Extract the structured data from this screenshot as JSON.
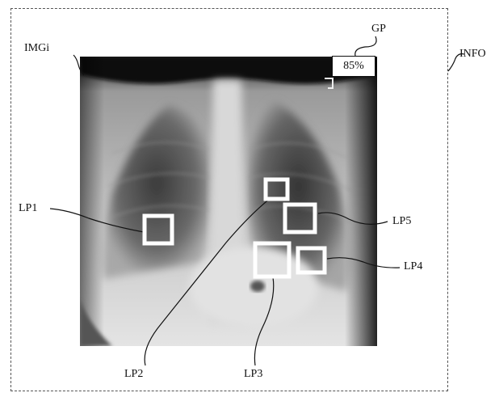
{
  "labels": {
    "info": "INFO",
    "image": "IMGi",
    "gp": "GP",
    "lp1": "LP1",
    "lp2": "LP2",
    "lp3": "LP3",
    "lp4": "LP4",
    "lp5": "LP5"
  },
  "probability": "85%",
  "colors": {
    "box": "#ffffff",
    "line": "#111111",
    "frame": "#555555"
  }
}
